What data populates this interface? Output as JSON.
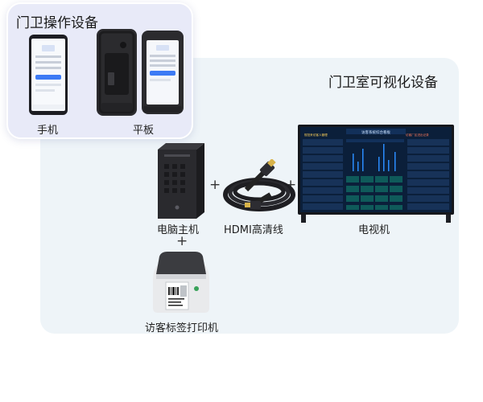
{
  "ops_panel": {
    "title": "门卫操作设备",
    "devices": [
      {
        "icon": "smartphone-icon",
        "label": "手机"
      },
      {
        "icon": "rugged-tablet-icon",
        "label": "平板"
      }
    ]
  },
  "display_panel": {
    "title": "门卫室可视化设备",
    "items": [
      {
        "icon": "desktop-tower-icon",
        "label": "电脑主机"
      },
      {
        "icon": "hdmi-cable-icon",
        "label": "HDMI高清线"
      },
      {
        "icon": "tv-dashboard-icon",
        "label": "电视机"
      },
      {
        "icon": "label-printer-icon",
        "label": "访客标签打印机"
      }
    ],
    "plus_sign": "+"
  },
  "tv_screen": {
    "header": "访客系统综合看板",
    "left_panel_title": "规范来访客人管理",
    "right_panel_title": "访客厂区进出记录"
  },
  "colors": {
    "ops_panel_bg": "#e8eaf8",
    "display_panel_bg": "#eef4f8",
    "screen_bg": "#0b1f3a",
    "chart_accent": "#2a8cff",
    "phone_button": "#3d7bf5"
  }
}
